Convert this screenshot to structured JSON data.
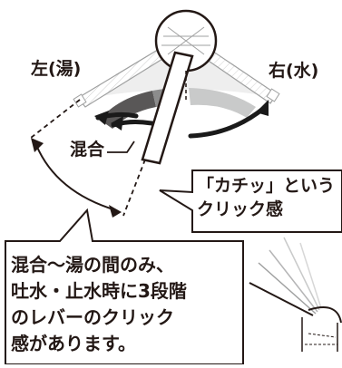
{
  "labels": {
    "left": "左(湯)",
    "right": "右(水)",
    "mix": "混合"
  },
  "callouts": {
    "top": [
      "「カチッ」という",
      "クリック感"
    ],
    "main": [
      "混合～湯の間のみ、",
      "吐水・止水時に3段階",
      "のレバーのクリック",
      "感があります。"
    ]
  },
  "colors": {
    "ink": "#231815",
    "arc_dark": "#595757",
    "arc_mid": "#8c8c8c",
    "arc_light": "#c9caca",
    "arrow": "#1a1a1a"
  }
}
